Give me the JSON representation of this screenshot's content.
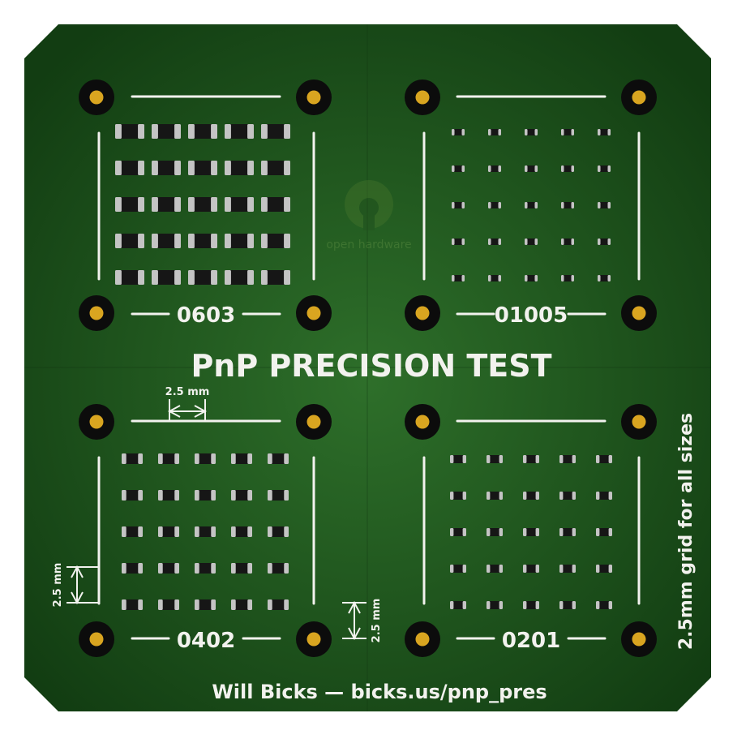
{
  "board": {
    "title": "PnP PRECISION TEST",
    "credit": "Will Bicks — bicks.us/pnp_pres",
    "side_note": "2.5mm grid for all sizes",
    "logo_text": "open hardware",
    "dim_label": "2.5 mm",
    "quadrants": [
      {
        "label": "0603",
        "size": "0603"
      },
      {
        "label": "01005",
        "size": "01005"
      },
      {
        "label": "0402",
        "size": "0402"
      },
      {
        "label": "0201",
        "size": "0201"
      }
    ],
    "grid_rows": 5,
    "grid_cols": 5
  },
  "colors": {
    "pcb_dark": "#123d12",
    "pcb_light": "#2e6f2a",
    "silkscreen": "#f2f2ee",
    "gold": "#d9a520",
    "hole": "#0c0c0c",
    "component_body": "#161616",
    "component_terminal": "#c4c4c4"
  }
}
